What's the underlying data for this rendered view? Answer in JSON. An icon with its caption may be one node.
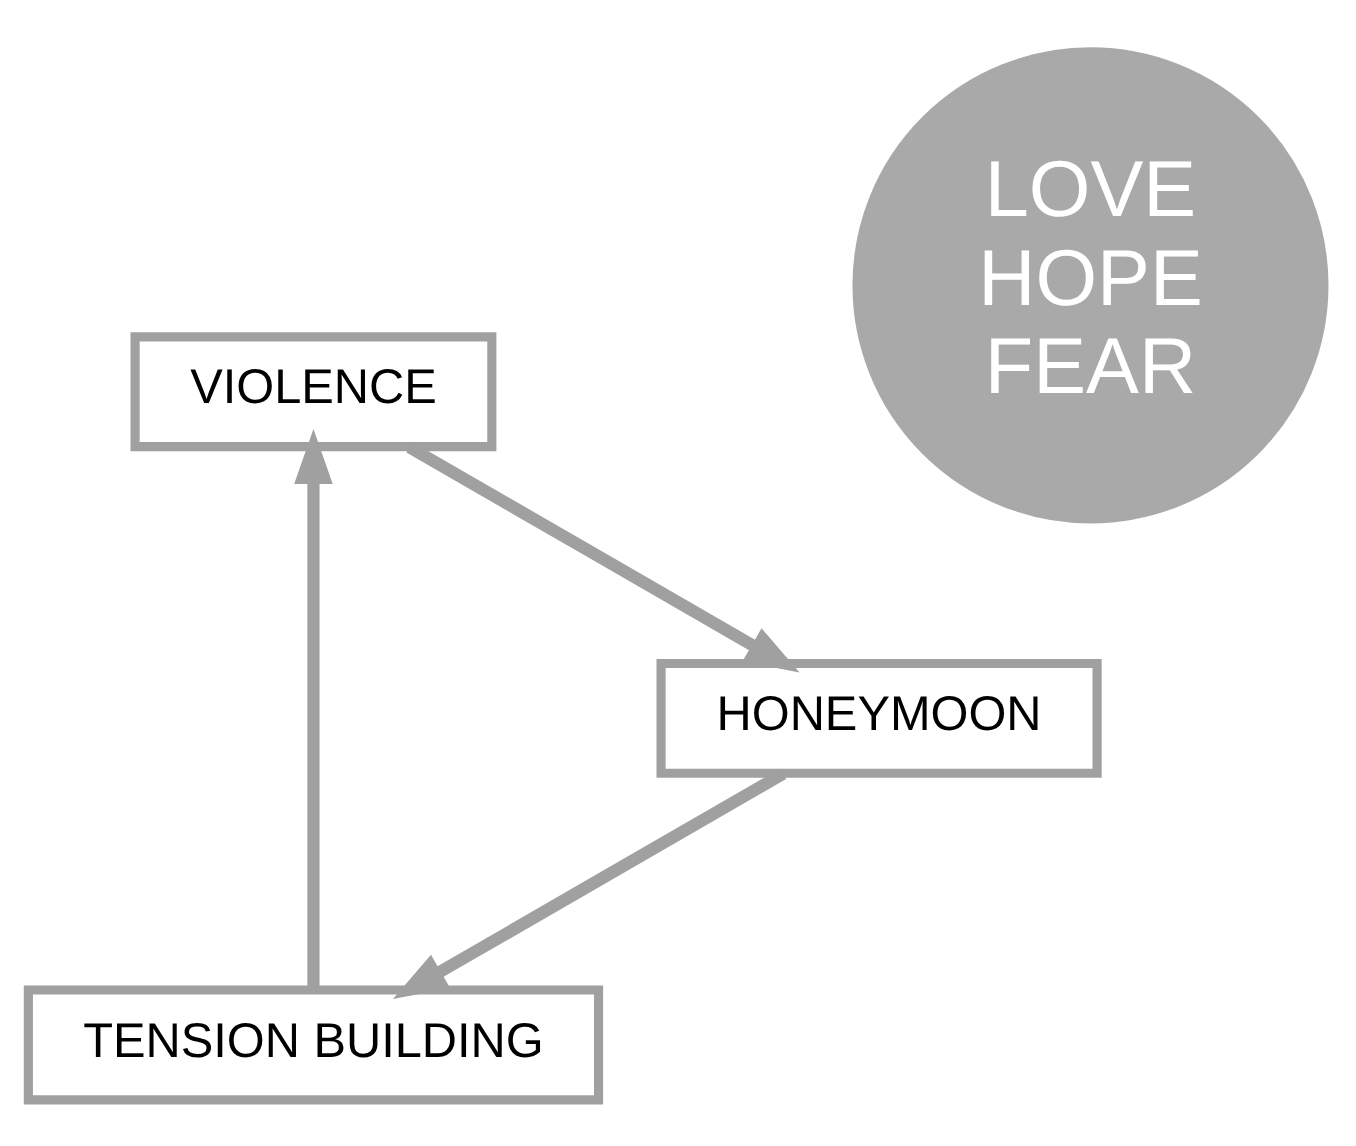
{
  "diagram": {
    "nodes": [
      {
        "text": [
          "TENSION BUILDING"
        ]
      },
      {
        "text": [
          "VIOLENCE"
        ]
      },
      {
        "text": [
          "HONEYMOON"
        ]
      },
      {
        "text": [
          "LOVE HOPE FEAR"
        ]
      }
    ],
    "edges": [
      {
        "from": 0,
        "to": 1,
        "arrow": "to"
      },
      {
        "from": 1,
        "to": 2,
        "arrow": "to"
      },
      {
        "from": 2,
        "to": 0,
        "arrow": "to"
      }
    ]
  }
}
